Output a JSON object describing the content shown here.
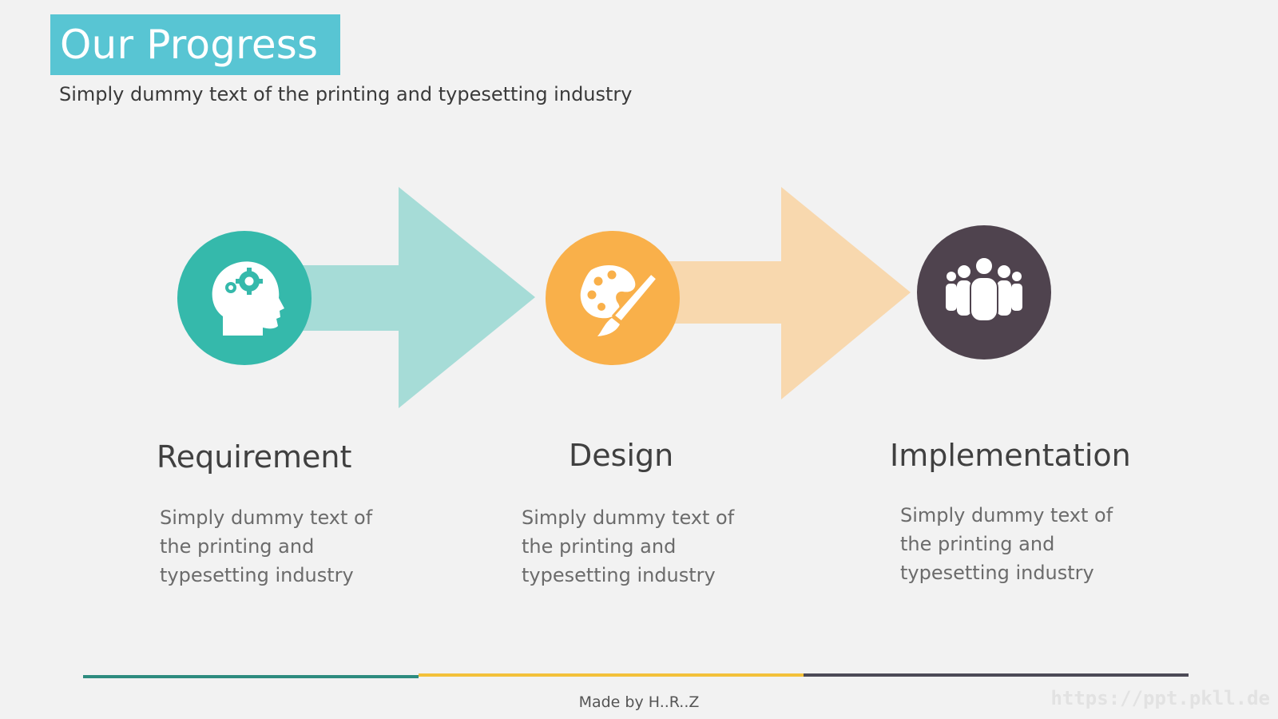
{
  "header": {
    "title": "Our Progress",
    "subtitle": "Simply dummy text of the printing and typesetting industry"
  },
  "steps": [
    {
      "title": "Requirement",
      "description": "Simply dummy text of the printing and typesetting industry",
      "icon": "head-gears-icon",
      "circle_color": "#35b9ab",
      "arrow_color": "#a6dcd7"
    },
    {
      "title": "Design",
      "description": "Simply dummy text of the printing and typesetting industry",
      "icon": "palette-brush-icon",
      "circle_color": "#f9b04a",
      "arrow_color": "#f8d8ae"
    },
    {
      "title": "Implementation",
      "description": "Simply dummy text of the printing and typesetting industry",
      "icon": "team-people-icon",
      "circle_color": "#4f434e"
    }
  ],
  "footer": {
    "credit": "Made by H..R..Z",
    "watermark": "https://ppt.pkll.de",
    "bar_colors": [
      "#2e8c7f",
      "#f3c13a",
      "#4c4a57"
    ]
  }
}
